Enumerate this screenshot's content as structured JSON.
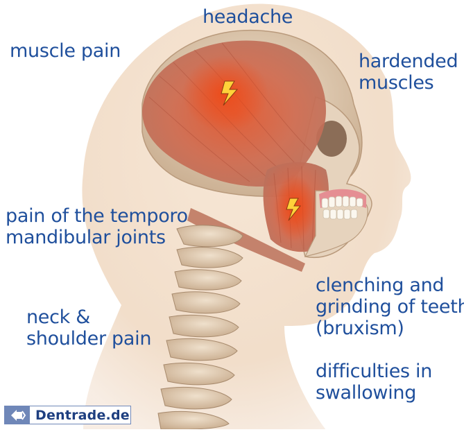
{
  "labels": {
    "headache": "headache",
    "muscle_pain": "muscle pain",
    "hardened_muscles": [
      "hardended",
      "muscles"
    ],
    "tmj_pain": [
      "pain of the temporo",
      "mandibular joints"
    ],
    "neck_shoulder": [
      "neck &",
      "shoulder pain"
    ],
    "bruxism": [
      "clenching and",
      "grinding of teeth",
      "(bruxism)"
    ],
    "swallowing": [
      "difficulties in",
      "swallowing"
    ]
  },
  "logo": {
    "text": "Dentrade.de"
  },
  "colors": {
    "label_text": "#1f4f9c",
    "skin": "#f3e0cf",
    "bone": "#e8d6c0",
    "muscle": "#c4583f",
    "pain_highlight": "#e94b1c",
    "lightning": "#ffd23a"
  },
  "icons": [
    "lightning-icon",
    "lightning-icon"
  ]
}
